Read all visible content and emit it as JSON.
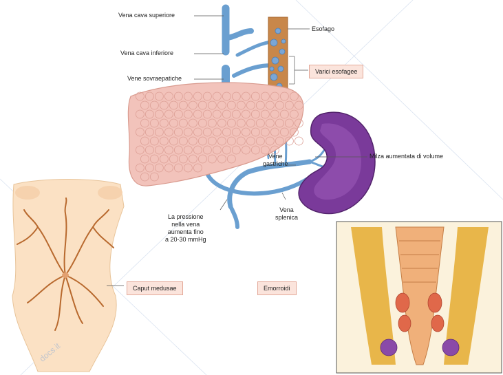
{
  "labels": {
    "vena_cava_superiore": "Vena cava superiore",
    "esofago": "Esofago",
    "vena_cava_inferiore": "Vena cava inferiore",
    "varici_esofagee": "Varici esofagee",
    "vene_sovraepatiche": "Vene sovraepatiche",
    "milza": "Milza aumentata di volume",
    "vene_gastriche": "Vene\ngastriche",
    "vena_splenica": "Vena\nsplenica",
    "pressione": "La pressione\nnella vena\naumenta fino\na 20-30 mmHg",
    "caput_medusae": "Caput medusae",
    "emorroidi": "Emorroidi"
  },
  "watermark": "docs.it",
  "colors": {
    "vein": "#6a9fd0",
    "liver": "#f0c0b8",
    "spleen": "#7a3a9a",
    "esophagus": "#c8874a",
    "label_box": "#fbe4dc",
    "skin": "#fbe1c4"
  }
}
